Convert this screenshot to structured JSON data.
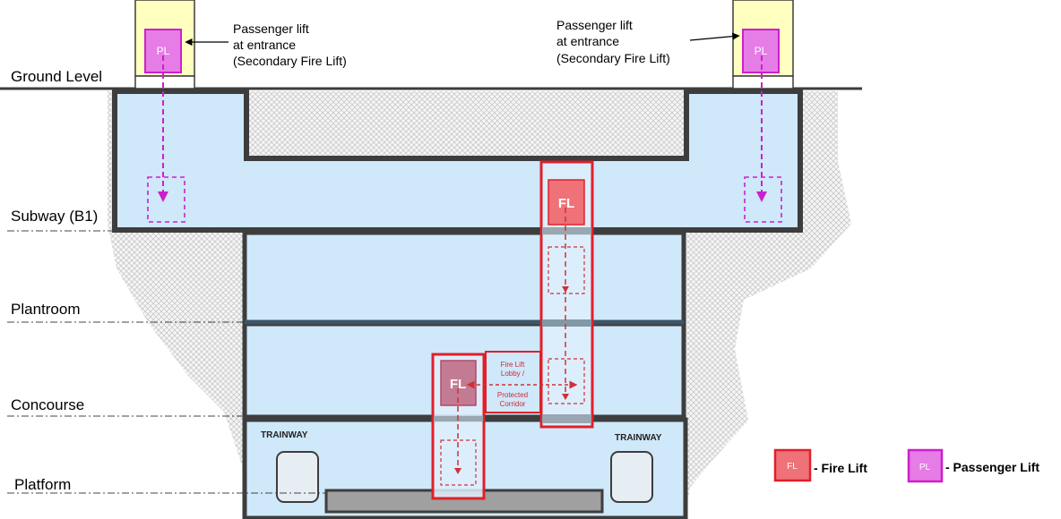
{
  "levels": {
    "ground": "Ground Level",
    "subway": "Subway (B1)",
    "plantroom": "Plantroom",
    "concourse": "Concourse",
    "platform": "Platform"
  },
  "callouts": {
    "left": [
      "Passenger lift",
      "at entrance",
      "(Secondary Fire Lift)"
    ],
    "right": [
      "Passenger lift",
      "at entrance",
      "(Secondary Fire Lift)"
    ]
  },
  "lifts": {
    "pl": "PL",
    "fl": "FL"
  },
  "lobby": [
    "Fire Lift",
    "Lobby /",
    "Protected",
    "Corridor"
  ],
  "trainway": "TRAINWAY",
  "legend": {
    "fire_lift": "- Fire Lift",
    "passenger_lift": "- Passenger Lift"
  },
  "colors": {
    "station_fill": "#cfe8fa",
    "wall": "#3d3d3d",
    "fire_lift_red": "#e0202a",
    "fire_lift_fill": "#ee7277",
    "passenger_lift_magenta": "#cc20cc",
    "passenger_lift_fill": "#e67ce6",
    "kiosk_yellow": "#ffffc0"
  }
}
